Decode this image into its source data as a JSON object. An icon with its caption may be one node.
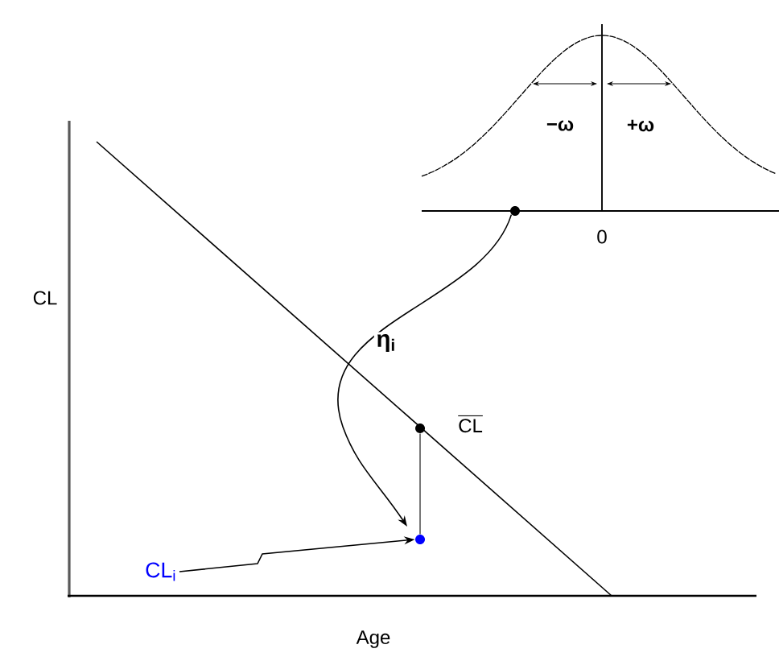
{
  "diagram": {
    "nodes": [
      {
        "text": [],
        "shape": "circle"
      },
      {
        "text": [],
        "shape": "circle",
        "beside": [
          "\\overline{\\mathrm{CL}}"
        ]
      },
      {
        "text": [],
        "shape": "circle"
      },
      {
        "text": [
          "CL$_{i}$"
        ]
      }
    ],
    "edges": [
      {
        "from": 0,
        "to": 2,
        "arrow": "to",
        "label": "η$_{i}$"
      },
      {
        "from": 1,
        "to": 2,
        "arrow": "none"
      },
      {
        "from": 3,
        "to": 2,
        "arrow": "to"
      }
    ],
    "labels": [
      "CL",
      "Age",
      "−ω",
      "+ω",
      "0"
    ]
  }
}
